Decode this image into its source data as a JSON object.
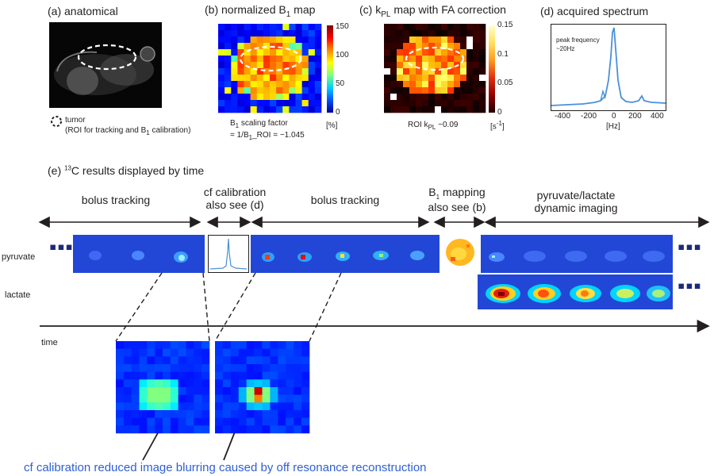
{
  "panels": {
    "a": {
      "title": "(a) anatomical",
      "legend_label": "tumor",
      "legend_note": "(ROI for tracking and B",
      "legend_note_sub": "1",
      "legend_note_end": " calibration)"
    },
    "b": {
      "title_pre": "(b) normalized B",
      "title_sub": "1",
      "title_post": " map",
      "colorbar_ticks": [
        "150",
        "100",
        "50",
        "0"
      ],
      "colorbar_unit": "[%]",
      "note_line1_pre": "B",
      "note_line1_sub": "1",
      "note_line1_post": " scaling factor",
      "note_line2": "= 1/B",
      "note_line2_sub": "1",
      "note_line2_post": "_ROI = ~1.045"
    },
    "c": {
      "title_pre": "(c) k",
      "title_sub": "PL",
      "title_post": " map with FA correction",
      "colorbar_ticks": [
        "0.15",
        "0.1",
        "0.05",
        "0"
      ],
      "colorbar_unit": "[s",
      "colorbar_unit_sup": "-1",
      "colorbar_unit_end": "]",
      "roi_pre": "ROI k",
      "roi_sub": "PL",
      "roi_post": "  ~0.09"
    },
    "d": {
      "title": "(d) acquired spectrum",
      "annotation_line1": "peak frequency",
      "annotation_line2": "~20Hz",
      "x_ticks": [
        "-400",
        "-200",
        "0",
        "200",
        "400"
      ],
      "x_unit": "[Hz]"
    }
  },
  "section_e": {
    "title_pre": "(e) ",
    "title_sup": "13",
    "title_post": "C results displayed by time",
    "segments": [
      {
        "line1": "bolus tracking",
        "line2": ""
      },
      {
        "line1": "cf calibration",
        "line2": "also see (d)"
      },
      {
        "line1": "bolus tracking",
        "line2": ""
      },
      {
        "line1": "B",
        "line1_sub": "1",
        "line1_post": " mapping",
        "line2": "also see (b)"
      },
      {
        "line1": "pyruvate/lactate",
        "line2": "dynamic imaging"
      }
    ],
    "rows": {
      "pyruvate": "pyruvate",
      "lactate": "lactate"
    },
    "ellipsis": "▪▪▪",
    "time_label": "time",
    "bottom_note": "cf calibration reduced image blurring caused by off resonance reconstruction"
  },
  "colors": {
    "jet_low": "#1f3fd1",
    "jet_mid": "#3aa0ff",
    "jet_hot": "#ffd23a",
    "accent_note": "#2e5fd6",
    "dots": "#1b2a7a"
  }
}
